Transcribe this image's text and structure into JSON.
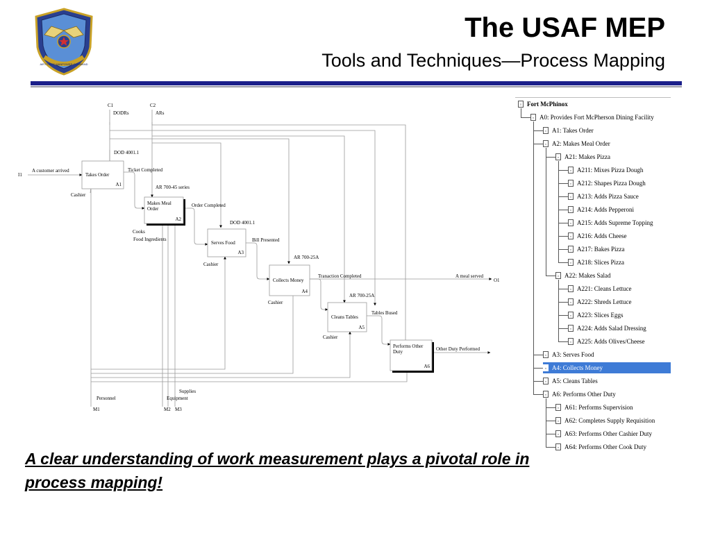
{
  "slide": {
    "title": "The USAF MEP",
    "subtitle": "Tools and Techniques—Process Mapping",
    "footer": "A clear understanding of work measurement plays a pivotal role in process mapping!",
    "colors": {
      "rule": "#1b1f8a",
      "selection": "#3e7bd6"
    }
  },
  "seal": {
    "text": "AIR FORCE MANPOWER COMMAND"
  },
  "diagram": {
    "controls": {
      "c1": "C1",
      "c1_label": "DODRs",
      "c2": "C2",
      "c2_label": "ARs"
    },
    "mechanisms": {
      "m1": "M1",
      "m1_label": "Personnel",
      "m2": "M2",
      "m2_label": "Equipment",
      "m3": "M3",
      "m3_label": "Supplies"
    },
    "input": {
      "code": "I1",
      "label": "A customer arrived"
    },
    "output": {
      "code": "O1",
      "label": "A meal served"
    },
    "boxes": [
      {
        "name": "Takes Order",
        "code": "A1"
      },
      {
        "name": "Makes Meal Order",
        "code": "A2"
      },
      {
        "name": "Serves Food",
        "code": "A3"
      },
      {
        "name": "Collects Money",
        "code": "A4"
      },
      {
        "name": "Cleans Tables",
        "code": "A5"
      },
      {
        "name": "Performs Other Duty",
        "code": "A6"
      }
    ],
    "arrow_labels": {
      "dod_a1": "DOD 4001.1",
      "ticket": "Ticket Completed",
      "ar_a2": "AR 700-45 series",
      "order": "Order Completed",
      "dod_a3": "DOD 4001.1",
      "bill": "Bill Presented",
      "ar_a4": "AR 700-25A",
      "transaction": "Tranaction Completed",
      "ar_a5": "AR 700-25A",
      "tables": "Tables Bused",
      "other": "Other Duty Performed",
      "cashier1": "Cashier",
      "cooks": "Cooks",
      "food_ing": "Food Ingredients",
      "cashier3": "Cashier",
      "cashier4": "Cashier",
      "cashier5": "Cashier"
    }
  },
  "tree": {
    "items": [
      {
        "label": "Fort McPhinox",
        "depth": 0,
        "bold": true
      },
      {
        "label": "A0: Provides Fort McPherson Dining Facility",
        "depth": 1
      },
      {
        "label": "A1: Takes Order",
        "depth": 2
      },
      {
        "label": "A2: Makes Meal Order",
        "depth": 2
      },
      {
        "label": "A21: Makes Pizza",
        "depth": 3
      },
      {
        "label": "A211: Mixes Pizza Dough",
        "depth": 4
      },
      {
        "label": "A212: Shapes Pizza Dough",
        "depth": 4
      },
      {
        "label": "A213: Adds Pizza Sauce",
        "depth": 4
      },
      {
        "label": "A214: Adds Pepperoni",
        "depth": 4
      },
      {
        "label": "A215: Adds Supreme Topping",
        "depth": 4
      },
      {
        "label": "A216: Adds Cheese",
        "depth": 4
      },
      {
        "label": "A217: Bakes Pizza",
        "depth": 4
      },
      {
        "label": "A218: Slices Pizza",
        "depth": 4
      },
      {
        "label": "A22: Makes Salad",
        "depth": 3
      },
      {
        "label": "A221: Cleans Lettuce",
        "depth": 4
      },
      {
        "label": "A222: Shreds Lettuce",
        "depth": 4
      },
      {
        "label": "A223: Slices Eggs",
        "depth": 4
      },
      {
        "label": "A224: Adds Salad Dressing",
        "depth": 4
      },
      {
        "label": "A225: Adds Olives/Cheese",
        "depth": 4
      },
      {
        "label": "A3: Serves Food",
        "depth": 2
      },
      {
        "label": "A4: Collects Money",
        "depth": 2,
        "selected": true
      },
      {
        "label": "A5: Cleans Tables",
        "depth": 2
      },
      {
        "label": "A6: Performs Other Duty",
        "depth": 2
      },
      {
        "label": "A61: Performs Supervision",
        "depth": 3
      },
      {
        "label": "A62: Completes Supply Requisition",
        "depth": 3
      },
      {
        "label": "A63: Performs Other Cashier Duty",
        "depth": 3
      },
      {
        "label": "A64: Performs Other Cook Duty",
        "depth": 3
      }
    ]
  }
}
